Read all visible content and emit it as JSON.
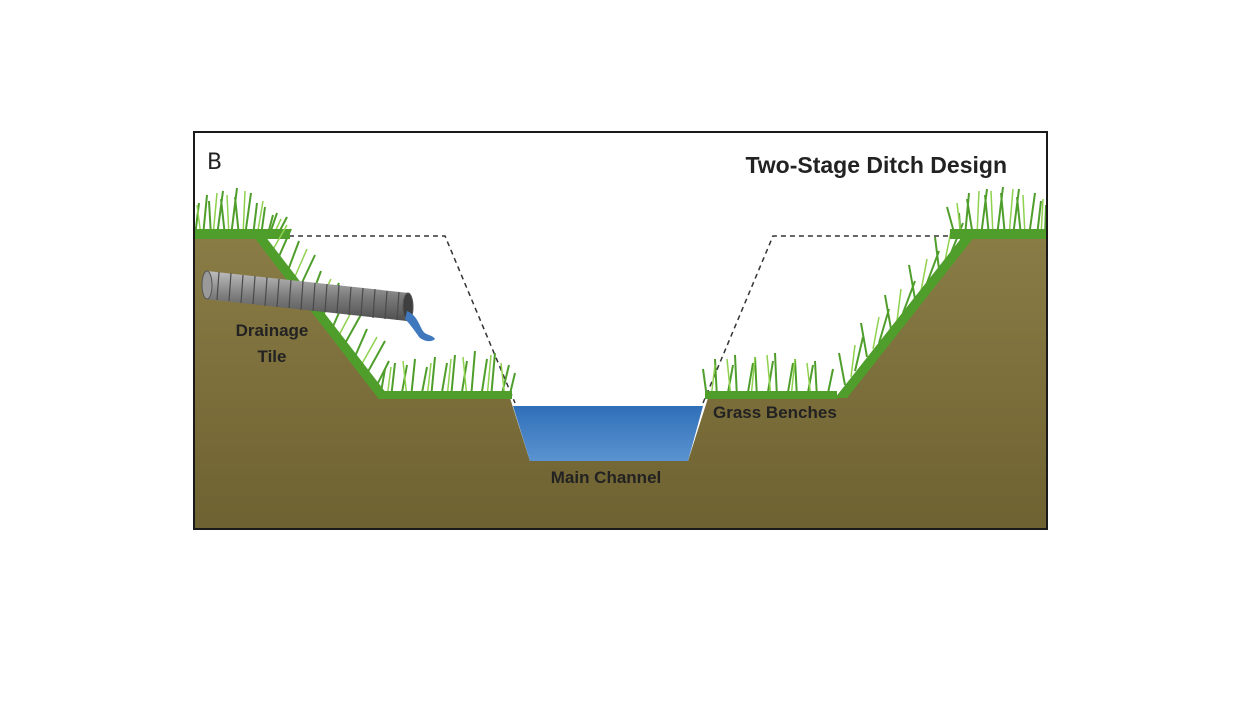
{
  "figure": {
    "panel_letter": "B",
    "title": "Two-Stage Ditch Design",
    "labels": {
      "drainage_tile_line1": "Drainage",
      "drainage_tile_line2": "Tile",
      "grass_benches": "Grass Benches",
      "main_channel": "Main Channel"
    },
    "colors": {
      "soil_top": "#8a7c45",
      "soil_bottom": "#6e6232",
      "water": "#3f78bd",
      "grass": "#4f9e2c",
      "grass_light": "#8fd14f",
      "pipe": "#8a8a8a",
      "dashed_line": "#333333"
    }
  }
}
